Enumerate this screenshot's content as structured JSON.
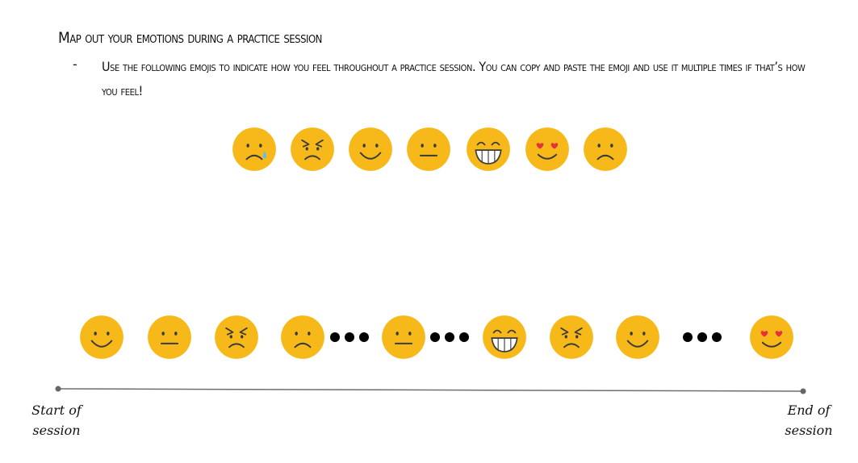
{
  "heading": "Map out your emotions during a practice session",
  "bullet": "-",
  "instructions": "Use the following emojis to indicate how you feel throughout a practice session. You can copy and paste the emoji and use it multiple times if that’s how you feel!",
  "palette": [
    {
      "face": "crying"
    },
    {
      "face": "angry"
    },
    {
      "face": "smile"
    },
    {
      "face": "neutral"
    },
    {
      "face": "grin"
    },
    {
      "face": "heart-eyes"
    },
    {
      "face": "frown"
    }
  ],
  "timeline_sequence": [
    "smile",
    "neutral",
    "angry",
    "frown",
    "dots",
    "neutral",
    "dots",
    "grin",
    "angry",
    "smile",
    "dots",
    "heart-eyes"
  ],
  "start_label_line1": "Start of",
  "start_label_line2": "session",
  "end_label_line1": "End of",
  "end_label_line2": "session",
  "colors": {
    "emoji_face": "#F7B91A",
    "emoji_features": "#3b3b3b",
    "heart": "#E8303C",
    "tear": "#5CC0E8",
    "timeline": "#6e6e6e"
  }
}
